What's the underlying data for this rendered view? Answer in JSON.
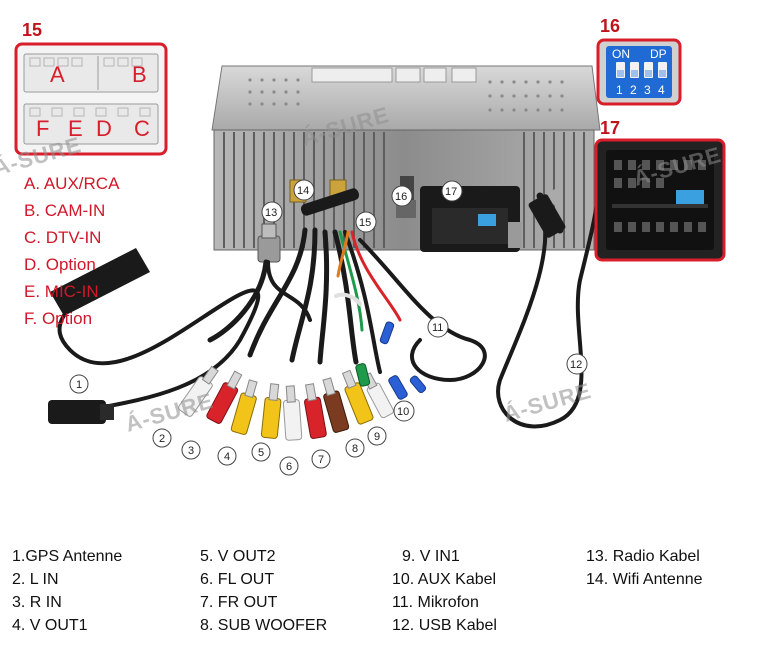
{
  "callouts": {
    "n15": "15",
    "n16": "16",
    "n17": "17"
  },
  "connector_letters": {
    "top": [
      "A",
      "B"
    ],
    "bottom": [
      "F",
      "E",
      "D",
      "C"
    ]
  },
  "connector_legend": [
    "A. AUX/RCA",
    "B. CAM-IN",
    "C. DTV-IN",
    "D. Option",
    "E. MIC-IN",
    "F. Option"
  ],
  "dip_switch": {
    "on_label": "ON",
    "dp_label": "DP",
    "numbers": [
      "1",
      "2",
      "3",
      "4"
    ]
  },
  "watermark": "Á-SURE",
  "markers": [
    "1",
    "2",
    "3",
    "4",
    "5",
    "6",
    "7",
    "8",
    "9",
    "10",
    "11",
    "12",
    "13",
    "14",
    "15",
    "16",
    "17"
  ],
  "colors": {
    "callout_red": "#c0141c",
    "legend_red": "#d0182a",
    "dip_blue": "#1f6ad4",
    "cable_black": "#1a1a1a",
    "rca_red": "#d8232a",
    "rca_white": "#f2f2f2",
    "rca_yellow": "#f2c318",
    "rca_brown": "#7a3b20",
    "rca_green": "#1e9a4a",
    "rca_blue": "#2a5fd6",
    "connector_blue": "#3aa0e0"
  },
  "parts_list": {
    "col1": [
      "1.GPS Antenne",
      "2. L IN",
      "3. R IN",
      "4. V OUT1"
    ],
    "col2": [
      "5. V OUT2",
      "6. FL OUT",
      "7. FR OUT",
      "8. SUB WOOFER"
    ],
    "col3": [
      "9. V IN1",
      "10. AUX Kabel",
      "11. Mikrofon",
      "12. USB Kabel"
    ],
    "col4": [
      "13. Radio Kabel",
      "14. Wifi Antenne"
    ]
  }
}
